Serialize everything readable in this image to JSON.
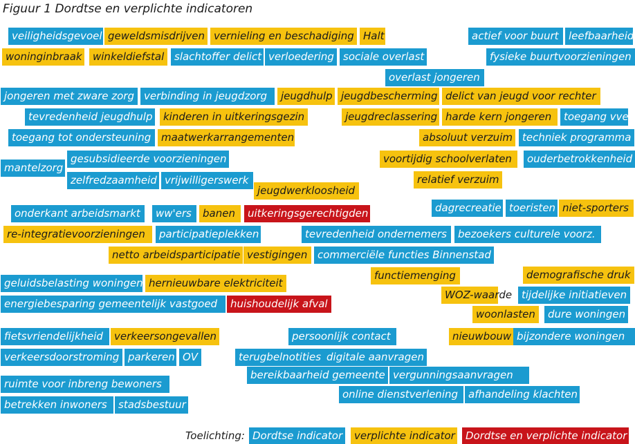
{
  "title": "Figuur 1  Dordtse en verplichte indicatoren",
  "colors": {
    "blue": "#1b9bd0",
    "yellow": "#f6c20f",
    "red": "#c8141a"
  },
  "indicators": [
    {
      "text": "veiligheidsgevoel",
      "type": "blue"
    },
    {
      "text": "geweldsmisdrijven",
      "type": "yellow"
    },
    {
      "text": "vernieling en beschadiging",
      "type": "yellow"
    },
    {
      "text": "Halt",
      "type": "yellow"
    },
    {
      "text": "actief voor buurt",
      "type": "blue"
    },
    {
      "text": "leefbaarheid",
      "type": "blue"
    },
    {
      "text": "woninginbraak",
      "type": "yellow"
    },
    {
      "text": "winkeldiefstal",
      "type": "yellow"
    },
    {
      "text": "slachtoffer delict",
      "type": "blue"
    },
    {
      "text": "verloedering",
      "type": "blue"
    },
    {
      "text": "sociale overlast",
      "type": "blue"
    },
    {
      "text": "fysieke buurtvoorzieningen",
      "type": "blue"
    },
    {
      "text": "overlast jongeren",
      "type": "blue"
    },
    {
      "text": "jongeren met zware zorg",
      "type": "blue"
    },
    {
      "text": "verbinding in jeugdzorg",
      "type": "blue"
    },
    {
      "text": "jeugdhulp",
      "type": "yellow"
    },
    {
      "text": "jeugdbescherming",
      "type": "yellow"
    },
    {
      "text": "delict van jeugd voor rechter",
      "type": "yellow"
    },
    {
      "text": "tevredenheid jeugdhulp",
      "type": "blue"
    },
    {
      "text": "kinderen in uitkeringsgezin",
      "type": "yellow"
    },
    {
      "text": "jeugdreclassering",
      "type": "yellow"
    },
    {
      "text": "harde kern jongeren",
      "type": "yellow"
    },
    {
      "text": "toegang vve",
      "type": "blue"
    },
    {
      "text": "toegang tot ondersteuning",
      "type": "blue"
    },
    {
      "text": "maatwerkarrangementen",
      "type": "yellow"
    },
    {
      "text": "absoluut verzuim",
      "type": "yellow"
    },
    {
      "text": "techniek programma",
      "type": "blue"
    },
    {
      "text": "mantelzorg",
      "type": "blue"
    },
    {
      "text": "gesubsidieerde voorzieningen",
      "type": "blue"
    },
    {
      "text": "voortijdig schoolverlaten",
      "type": "yellow"
    },
    {
      "text": "ouderbetrokkenheid",
      "type": "blue"
    },
    {
      "text": "zelfredzaamheid",
      "type": "blue"
    },
    {
      "text": "vrijwilligerswerk",
      "type": "blue"
    },
    {
      "text": "relatief verzuim",
      "type": "yellow"
    },
    {
      "text": "jeugdwerkloosheid",
      "type": "yellow"
    },
    {
      "text": "onderkant arbeidsmarkt",
      "type": "blue"
    },
    {
      "text": "ww'ers",
      "type": "blue"
    },
    {
      "text": "banen",
      "type": "yellow"
    },
    {
      "text": "uitkeringsgerechtigden",
      "type": "red"
    },
    {
      "text": "dagrecreatie",
      "type": "blue"
    },
    {
      "text": "toeristen",
      "type": "blue"
    },
    {
      "text": "niet-sporters",
      "type": "yellow"
    },
    {
      "text": "re-integratievoorzieningen",
      "type": "yellow"
    },
    {
      "text": "participatieplekken",
      "type": "blue"
    },
    {
      "text": "tevredenheid ondernemers",
      "type": "blue"
    },
    {
      "text": "bezoekers culturele voorz.",
      "type": "blue"
    },
    {
      "text": "netto arbeidsparticipatie",
      "type": "yellow"
    },
    {
      "text": "vestigingen",
      "type": "yellow"
    },
    {
      "text": "commerciële functies Binnenstad",
      "type": "blue"
    },
    {
      "text": "functiemenging",
      "type": "yellow"
    },
    {
      "text": "demografische druk",
      "type": "yellow"
    },
    {
      "text": "geluidsbelasting woningen",
      "type": "blue"
    },
    {
      "text": "hernieuwbare elektriciteit",
      "type": "yellow"
    },
    {
      "text": "WOZ-waarde",
      "type": "yellow"
    },
    {
      "text": "tijdelijke initiatieven",
      "type": "blue"
    },
    {
      "text": "energiebesparing gemeentelijk vastgoed",
      "type": "blue"
    },
    {
      "text": "huishoudelijk afval",
      "type": "red"
    },
    {
      "text": "woonlasten",
      "type": "yellow"
    },
    {
      "text": "dure woningen",
      "type": "blue"
    },
    {
      "text": "fietsvriendelijkheid",
      "type": "blue"
    },
    {
      "text": "verkeersongevallen",
      "type": "yellow"
    },
    {
      "text": "persoonlijk contact",
      "type": "blue"
    },
    {
      "text": "nieuwbouw",
      "type": "yellow"
    },
    {
      "text": "bijzondere woningen",
      "type": "blue"
    },
    {
      "text": "verkeersdoorstroming",
      "type": "blue"
    },
    {
      "text": "parkeren",
      "type": "blue"
    },
    {
      "text": "OV",
      "type": "blue"
    },
    {
      "text": "terugbelnotities",
      "type": "blue"
    },
    {
      "text": "digitale aanvragen",
      "type": "blue"
    },
    {
      "text": "bereikbaarheid gemeente",
      "type": "blue"
    },
    {
      "text": "vergunningsaanvragen",
      "type": "blue"
    },
    {
      "text": "ruimte voor inbreng bewoners",
      "type": "blue"
    },
    {
      "text": "online dienstverlening",
      "type": "blue"
    },
    {
      "text": "afhandeling klachten",
      "type": "blue"
    },
    {
      "text": "betrekken inwoners",
      "type": "blue"
    },
    {
      "text": "stadsbestuur",
      "type": "blue"
    }
  ],
  "legend": {
    "label": "Toelichting:",
    "items": [
      {
        "text": "Dordtse indicator",
        "type": "blue"
      },
      {
        "text": "verplichte indicator",
        "type": "yellow"
      },
      {
        "text": "Dordtse en verplichte indicator",
        "type": "red"
      }
    ]
  }
}
